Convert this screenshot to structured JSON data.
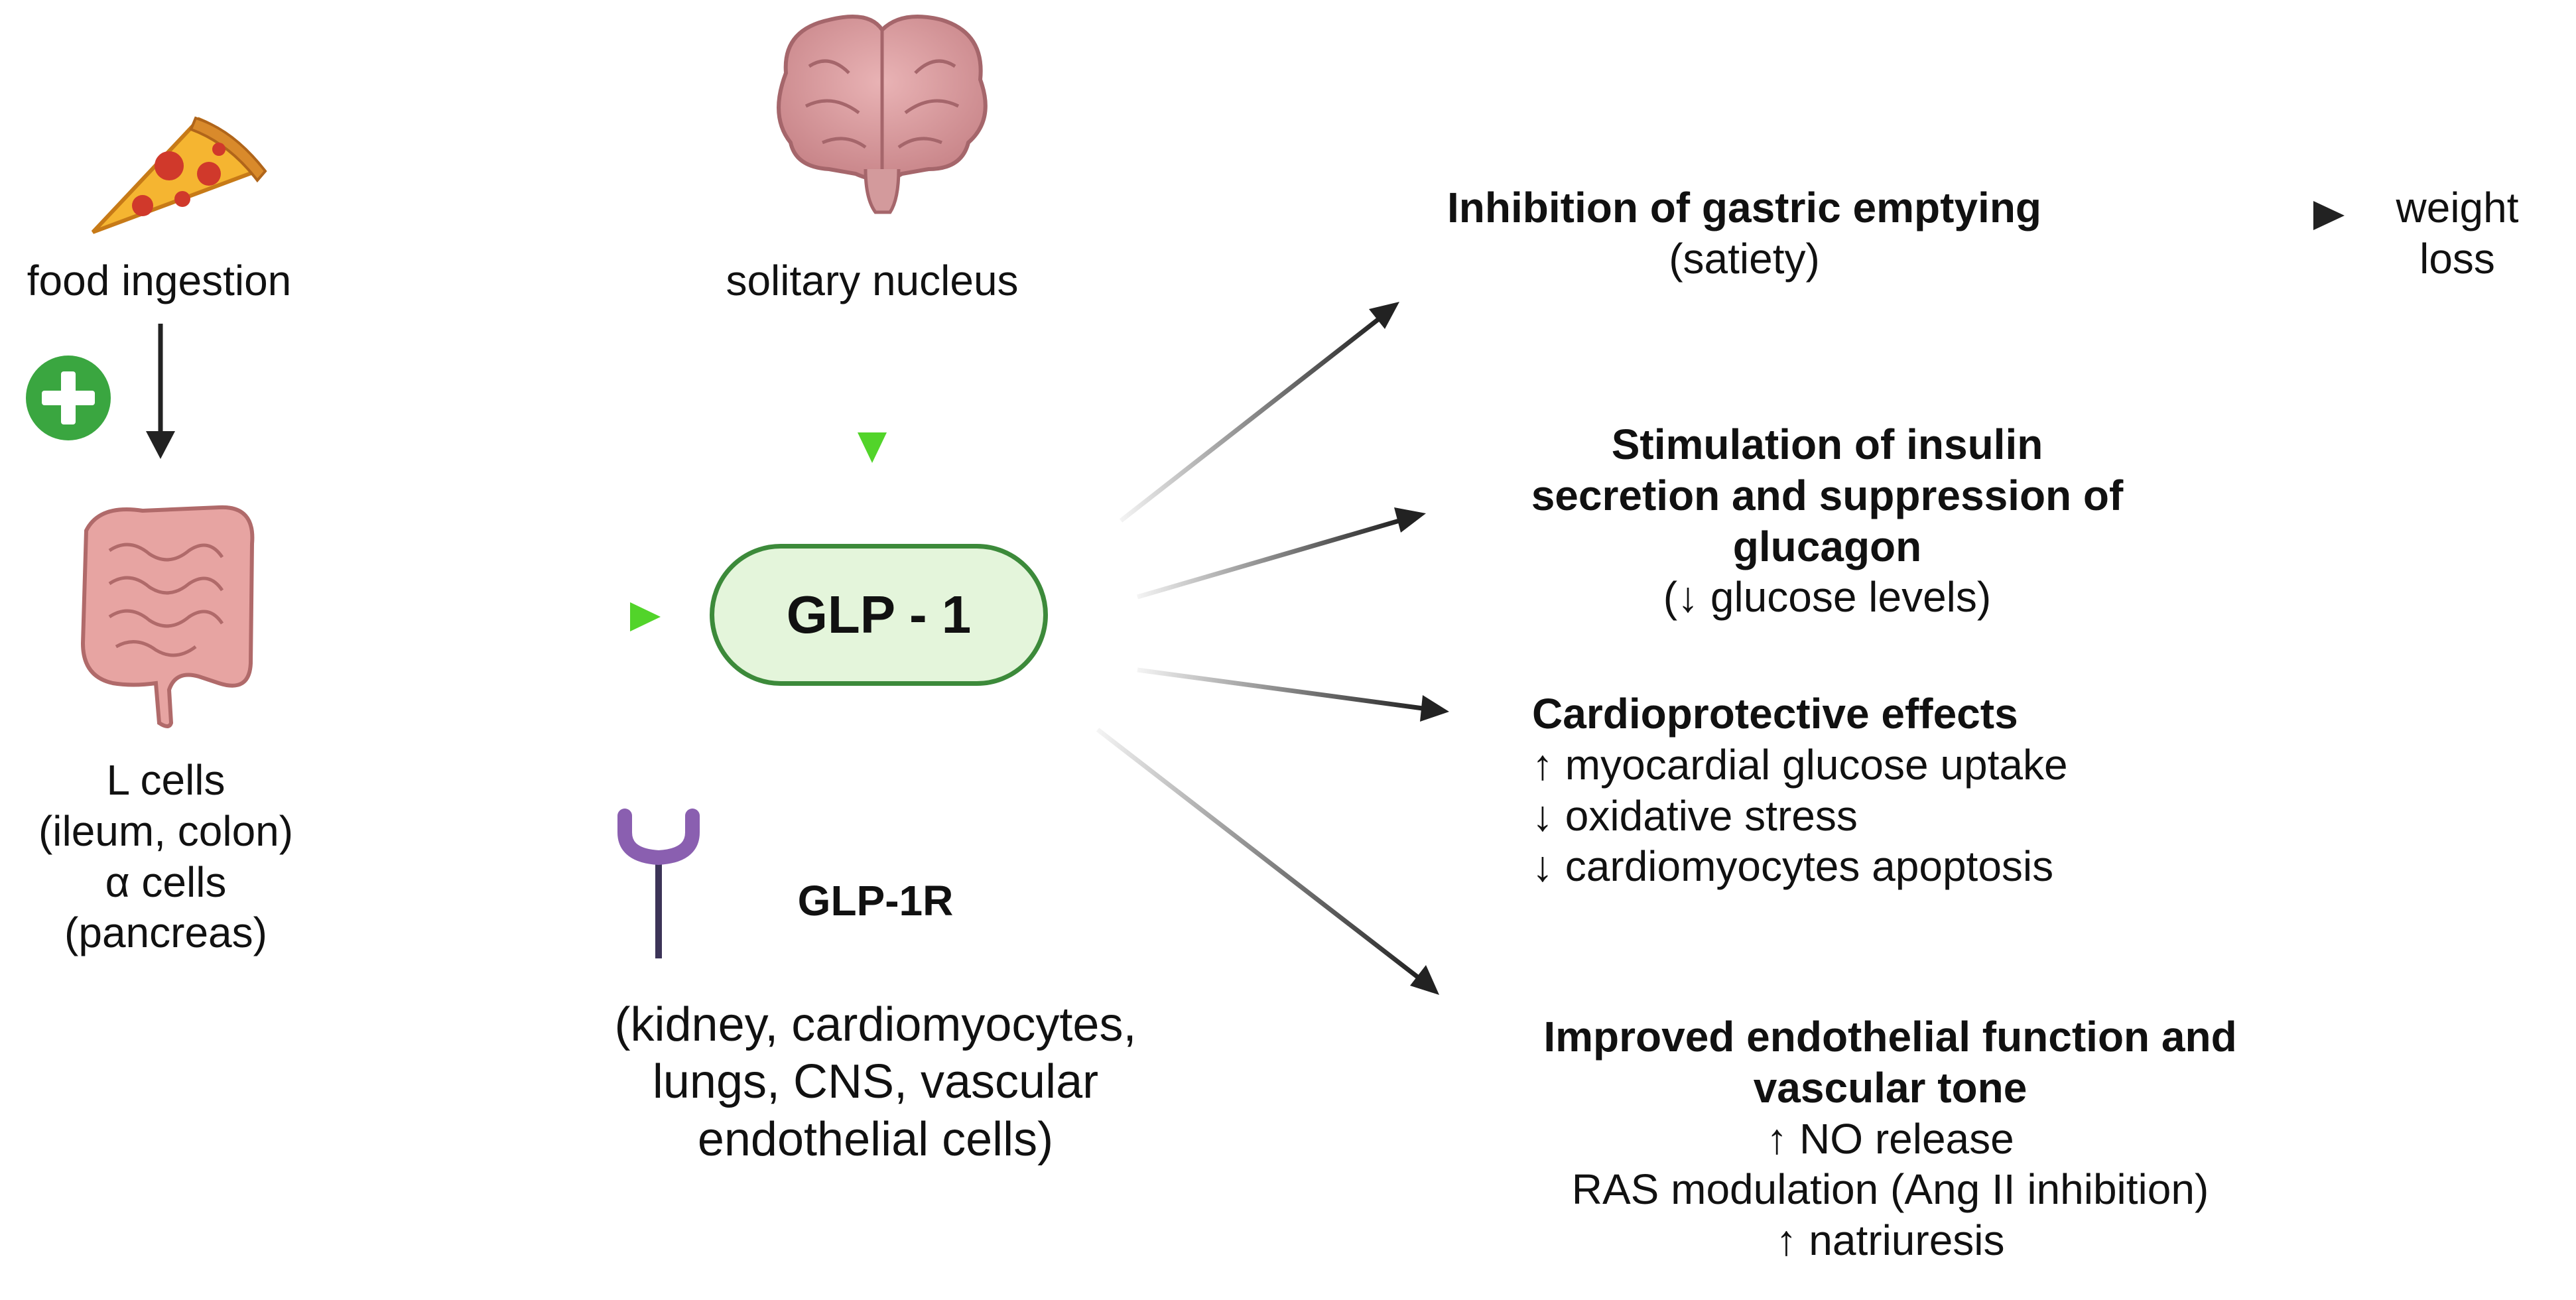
{
  "source": {
    "food_label": "food ingestion",
    "brain_label": "solitary nucleus",
    "cells_lines": [
      "L cells",
      "(ileum, colon)",
      "α cells",
      "(pancreas)"
    ]
  },
  "hormone": {
    "label": "GLP - 1"
  },
  "receptor": {
    "label": "GLP-1R",
    "location_lines": [
      "(kidney, cardiomyocytes,",
      "lungs, CNS, vascular",
      "endothelial cells)"
    ]
  },
  "effects": {
    "gastric": {
      "title": "Inhibition of gastric emptying",
      "sub": "(satiety)"
    },
    "weight_loss_lines": [
      "weight",
      "loss"
    ],
    "insulin": {
      "title_lines": [
        "Stimulation of insulin",
        "secretion and suppression of",
        "glucagon"
      ],
      "sub": "(↓ glucose levels)"
    },
    "cardio": {
      "title": "Cardioprotective effects",
      "lines": [
        "↑ myocardial glucose uptake",
        "↓ oxidative stress",
        "↓ cardiomyocytes apoptosis"
      ]
    },
    "endothelial": {
      "title_lines": [
        "Improved endothelial function and",
        "vascular tone"
      ],
      "lines": [
        "↑ NO release",
        "RAS modulation (Ang II inhibition)",
        "↑ natriuresis"
      ]
    }
  },
  "colors": {
    "green_arrow": "#52d42a",
    "dark_arrow": "#222222",
    "glp_fill": "#e4f5db",
    "glp_border": "#3c8a3a",
    "plus_green": "#3aa640",
    "receptor_purple": "#8a5fb0",
    "receptor_stem": "#3c3458"
  },
  "icons": [
    "pizza-icon",
    "brain-icon",
    "plus-icon",
    "intestine-icon",
    "receptor-icon"
  ]
}
